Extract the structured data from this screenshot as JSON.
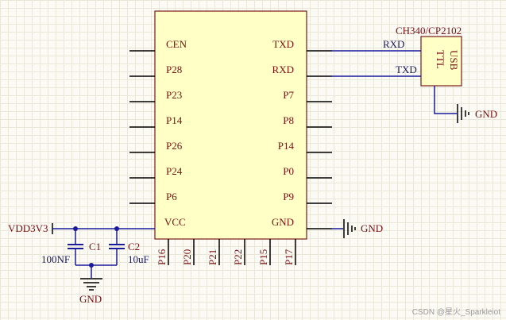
{
  "chip": {
    "left_pins": [
      "CEN",
      "P28",
      "P23",
      "P14",
      "P26",
      "P24",
      "P6",
      "VCC"
    ],
    "right_pins": [
      "TXD",
      "RXD",
      "P7",
      "P8",
      "P14",
      "P0",
      "P9",
      "GND"
    ],
    "bottom_pins": [
      "P16",
      "P20",
      "P21",
      "P22",
      "P15",
      "P17"
    ],
    "fill_color": "#ffffc6",
    "border_color": "#7a1a1a"
  },
  "usb_module": {
    "title": "CH340/CP2102",
    "label_line1": "USB",
    "label_line2": "TTL",
    "pin_labels": [
      "RXD",
      "TXD"
    ]
  },
  "power": {
    "vdd_label": "VDD3V3",
    "gnd_labels": [
      "GND",
      "GND",
      "GND"
    ]
  },
  "capacitors": [
    {
      "ref": "C1",
      "value": "100NF"
    },
    {
      "ref": "C2",
      "value": "10uF"
    }
  ],
  "watermark": "CSDN @星火_Sparkleiot"
}
